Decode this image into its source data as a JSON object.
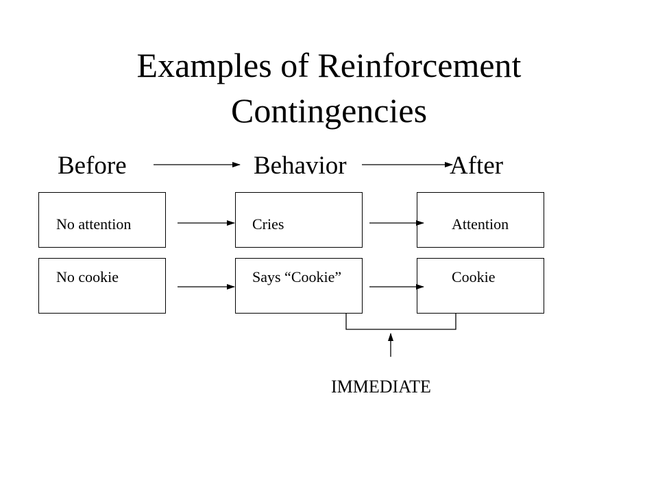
{
  "slide": {
    "title_line1": "Examples of Reinforcement",
    "title_line2": "Contingencies"
  },
  "headers": {
    "before": "Before",
    "behavior": "Behavior",
    "after": "After"
  },
  "rows": [
    {
      "before": "No attention",
      "behavior": "Cries",
      "after": "Attention"
    },
    {
      "before": "No cookie",
      "behavior": "Says “Cookie”",
      "after": "Cookie"
    }
  ],
  "annotation": {
    "label": "IMMEDIATE"
  }
}
